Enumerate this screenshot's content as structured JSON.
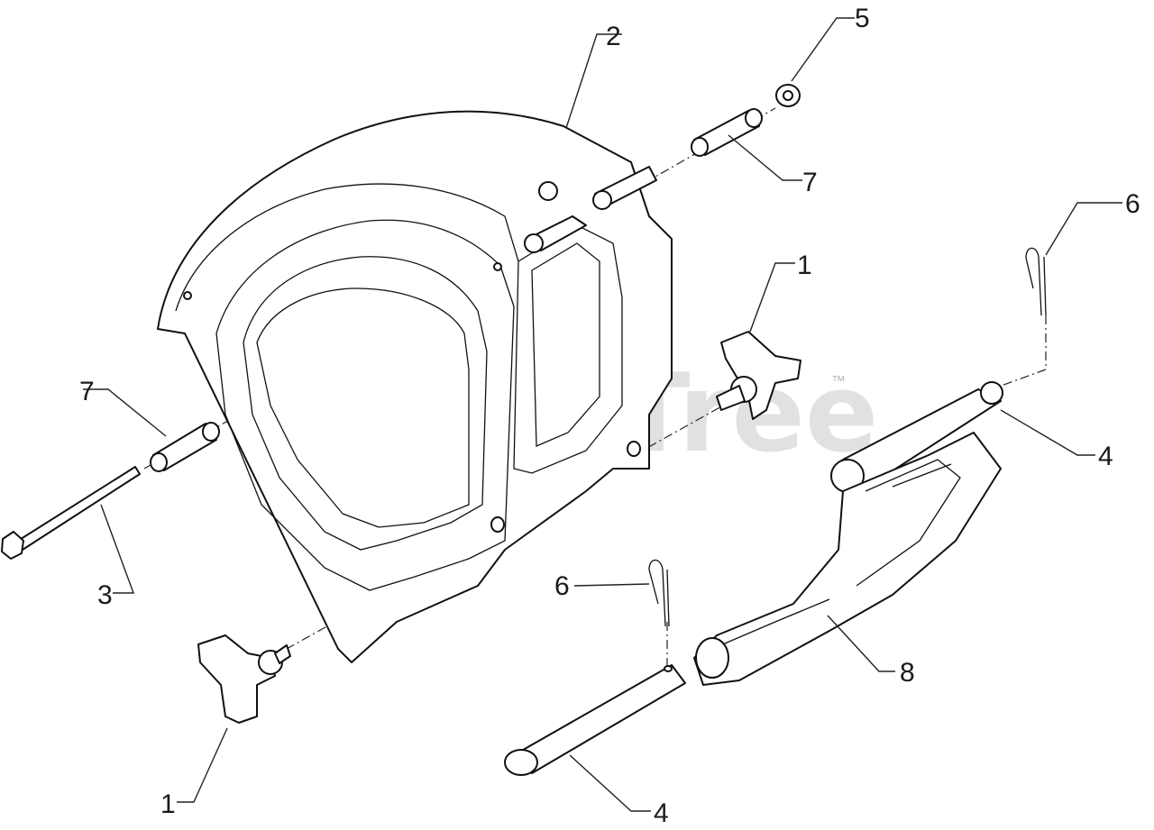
{
  "watermark": {
    "brand": "PartsTree",
    "trademark": "™"
  },
  "callouts": [
    {
      "id": "c2",
      "label": "2"
    },
    {
      "id": "c5",
      "label": "5"
    },
    {
      "id": "c7a",
      "label": "7"
    },
    {
      "id": "c6a",
      "label": "6"
    },
    {
      "id": "c1a",
      "label": "1"
    },
    {
      "id": "c7b",
      "label": "7"
    },
    {
      "id": "c4a",
      "label": "4"
    },
    {
      "id": "c3",
      "label": "3"
    },
    {
      "id": "c6b",
      "label": "6"
    },
    {
      "id": "c8",
      "label": "8"
    },
    {
      "id": "c1b",
      "label": "1"
    },
    {
      "id": "c4b",
      "label": "4"
    }
  ]
}
